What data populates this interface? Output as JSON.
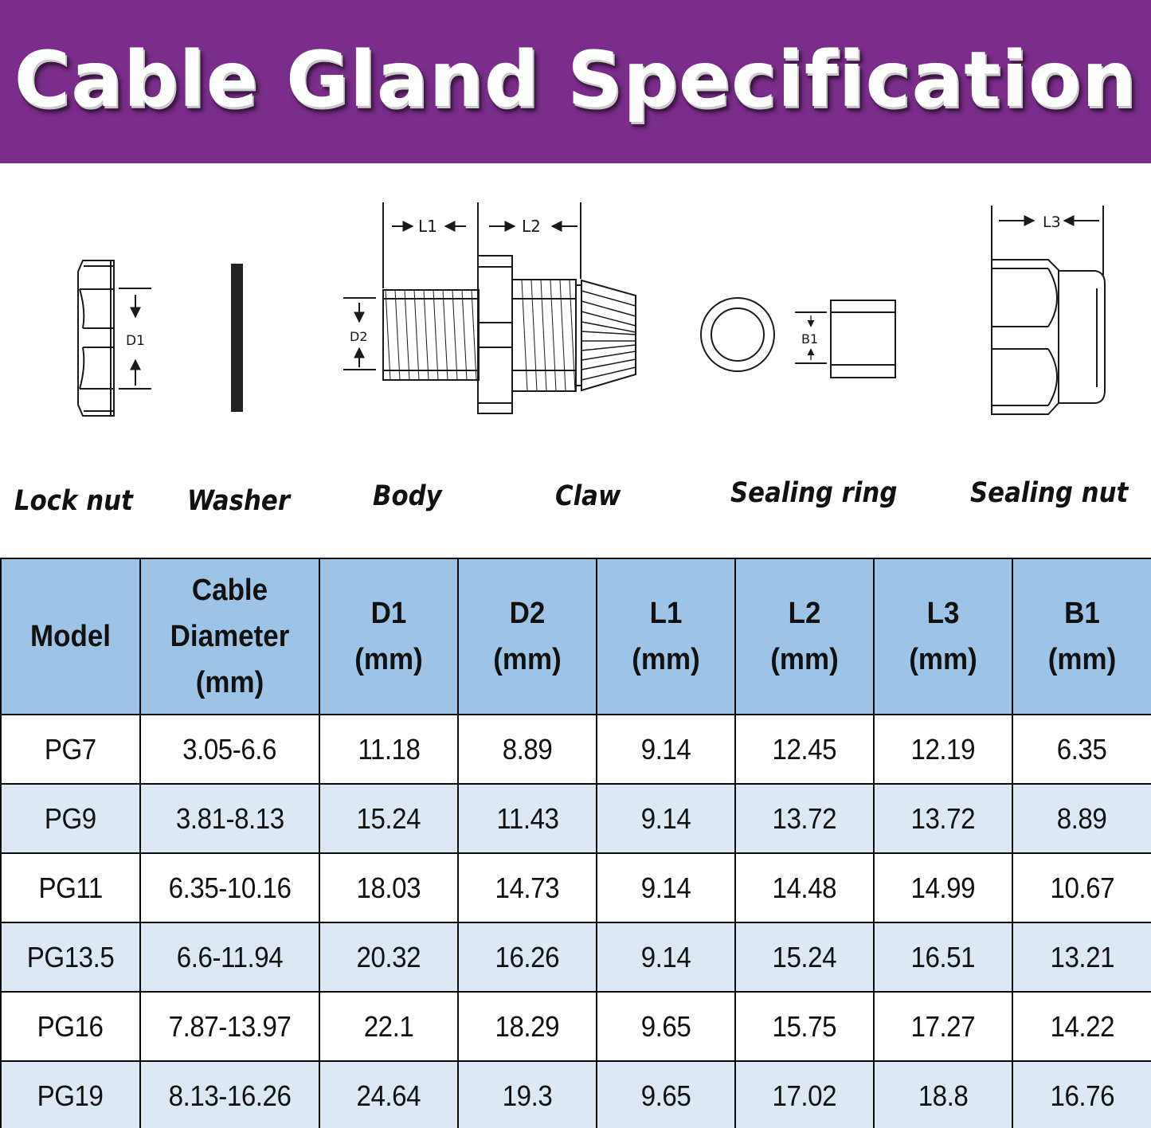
{
  "banner": {
    "title": "Cable Gland Specification",
    "background_color": "#7a2d8a"
  },
  "diagram": {
    "dimension_labels": {
      "d1": "D1",
      "d2": "D2",
      "l1": "L1",
      "l2": "L2",
      "l3": "L3",
      "b1": "B1"
    },
    "parts": [
      {
        "id": "lock-nut",
        "label": "Lock nut"
      },
      {
        "id": "washer",
        "label": "Washer"
      },
      {
        "id": "body",
        "label": "Body"
      },
      {
        "id": "claw",
        "label": "Claw"
      },
      {
        "id": "sealing-ring",
        "label": "Sealing ring"
      },
      {
        "id": "sealing-nut",
        "label": "Sealing nut"
      }
    ]
  },
  "table": {
    "header_color": "#9dc3e6",
    "alt_row_color": "#dce9f5",
    "headers": [
      {
        "line1": "Model",
        "line2": "",
        "line3": ""
      },
      {
        "line1": "Cable",
        "line2": "Diameter",
        "line3": "(mm)"
      },
      {
        "line1": "D1",
        "line2": "(mm)",
        "line3": ""
      },
      {
        "line1": "D2",
        "line2": "(mm)",
        "line3": ""
      },
      {
        "line1": "L1",
        "line2": "(mm)",
        "line3": ""
      },
      {
        "line1": "L2",
        "line2": "(mm)",
        "line3": ""
      },
      {
        "line1": "L3",
        "line2": "(mm)",
        "line3": ""
      },
      {
        "line1": "B1",
        "line2": "(mm)",
        "line3": ""
      }
    ],
    "rows": [
      [
        "PG7",
        "3.05-6.6",
        "11.18",
        "8.89",
        "9.14",
        "12.45",
        "12.19",
        "6.35"
      ],
      [
        "PG9",
        "3.81-8.13",
        "15.24",
        "11.43",
        "9.14",
        "13.72",
        "13.72",
        "8.89"
      ],
      [
        "PG11",
        "6.35-10.16",
        "18.03",
        "14.73",
        "9.14",
        "14.48",
        "14.99",
        "10.67"
      ],
      [
        "PG13.5",
        "6.6-11.94",
        "20.32",
        "16.26",
        "9.14",
        "15.24",
        "16.51",
        "13.21"
      ],
      [
        "PG16",
        "7.87-13.97",
        "22.1",
        "18.29",
        "9.65",
        "15.75",
        "17.27",
        "14.22"
      ],
      [
        "PG19",
        "8.13-16.26",
        "24.64",
        "19.3",
        "9.65",
        "17.02",
        "18.8",
        "16.76"
      ]
    ]
  }
}
